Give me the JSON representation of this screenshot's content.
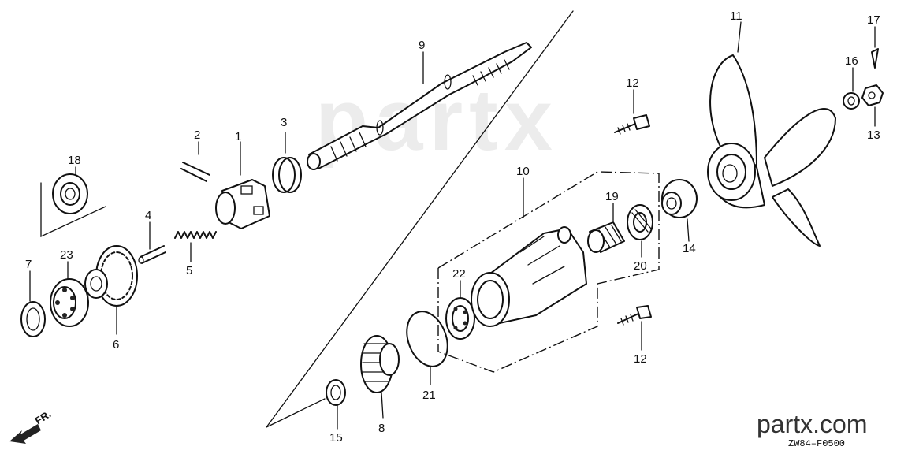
{
  "watermark": "partx",
  "site_label": "partx.com",
  "diagram_code": "ZW84–F0500",
  "direction_label": "FR.",
  "callouts": {
    "c1": "1",
    "c2": "2",
    "c3": "3",
    "c4": "4",
    "c5": "5",
    "c6": "6",
    "c7": "7",
    "c8": "8",
    "c9": "9",
    "c10": "10",
    "c11": "11",
    "c12a": "12",
    "c12b": "12",
    "c13": "13",
    "c14": "14",
    "c15": "15",
    "c16": "16",
    "c17": "17",
    "c18": "18",
    "c19": "19",
    "c20": "20",
    "c21": "21",
    "c22": "22",
    "c23": "23"
  }
}
